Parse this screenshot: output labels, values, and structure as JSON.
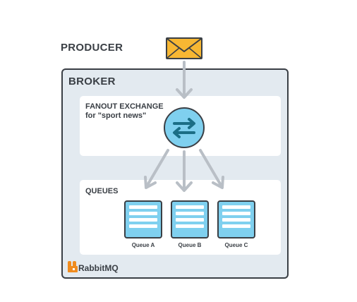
{
  "producer": {
    "label": "PRODUCER",
    "icon": "envelope-icon"
  },
  "broker": {
    "label": "BROKER",
    "exchange": {
      "title": "FANOUT EXCHANGE",
      "subtitle": "for \"sport news\"",
      "icon": "swap-arrows-icon"
    },
    "queues": {
      "label": "QUEUES",
      "items": [
        {
          "label": "Queue A"
        },
        {
          "label": "Queue B"
        },
        {
          "label": "Queue C"
        }
      ]
    }
  },
  "brand": {
    "name": "RabbitMQ",
    "icon": "rabbitmq-logo-icon"
  },
  "colors": {
    "border": "#3a3f45",
    "broker_bg": "#e3eaf0",
    "arrow": "#b9bfc6",
    "exchange_fill": "#7fd0ef",
    "exchange_arrows": "#1b6e86",
    "envelope": "#f7b733",
    "logo": "#f08c1f"
  }
}
